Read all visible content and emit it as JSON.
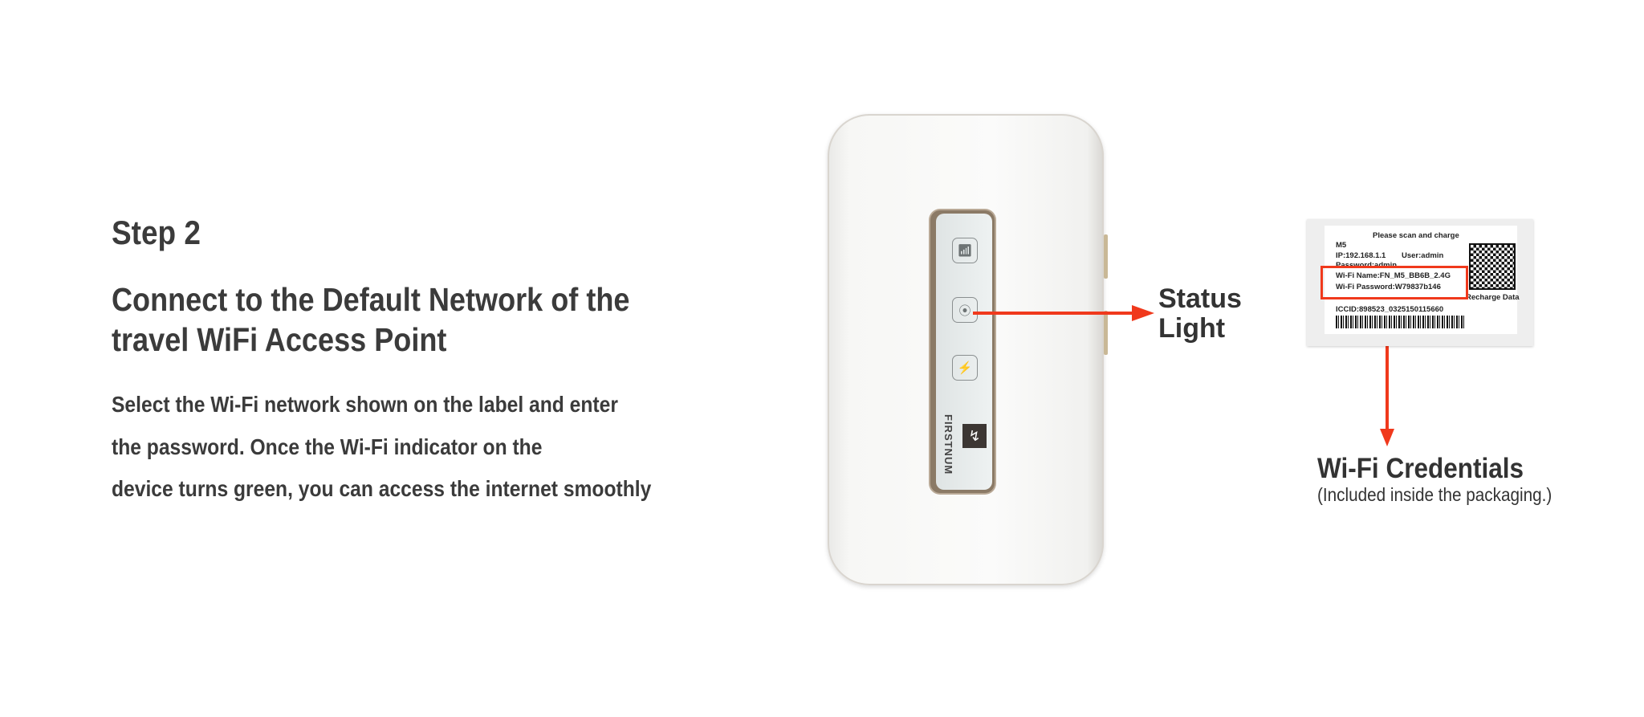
{
  "step_label": "Step 2",
  "heading": [
    "Connect to the Default Network of the",
    "travel WiFi Access Point"
  ],
  "body": [
    "Select the Wi-Fi network shown on the label and enter",
    "the password. Once the Wi-Fi indicator on the",
    "device turns green, you can access the internet smoothly"
  ],
  "device": {
    "brand": "FIRSTNUM",
    "indicators": [
      "signal-icon",
      "wifi-icon",
      "battery-icon"
    ]
  },
  "status_light": [
    "Status",
    "Light"
  ],
  "label": {
    "title": "Please scan and charge",
    "model": "M5",
    "ip": "IP:192.168.1.1",
    "user": "User:admin",
    "password_admin": "Password:admin",
    "wifi_name": "Wi-Fi Name:FN_M5_BB6B_2.4G",
    "wifi_password": "Wi-Fi Password:W79837b146",
    "recharge": "Recharge Data",
    "iccid": "ICCID:898523_0325150115660"
  },
  "credentials": {
    "title": "Wi-Fi Credentials",
    "subtitle": "(Included inside the packaging.)"
  },
  "colors": {
    "text": "#3b3b3b",
    "accent_red": "#f0391c"
  }
}
